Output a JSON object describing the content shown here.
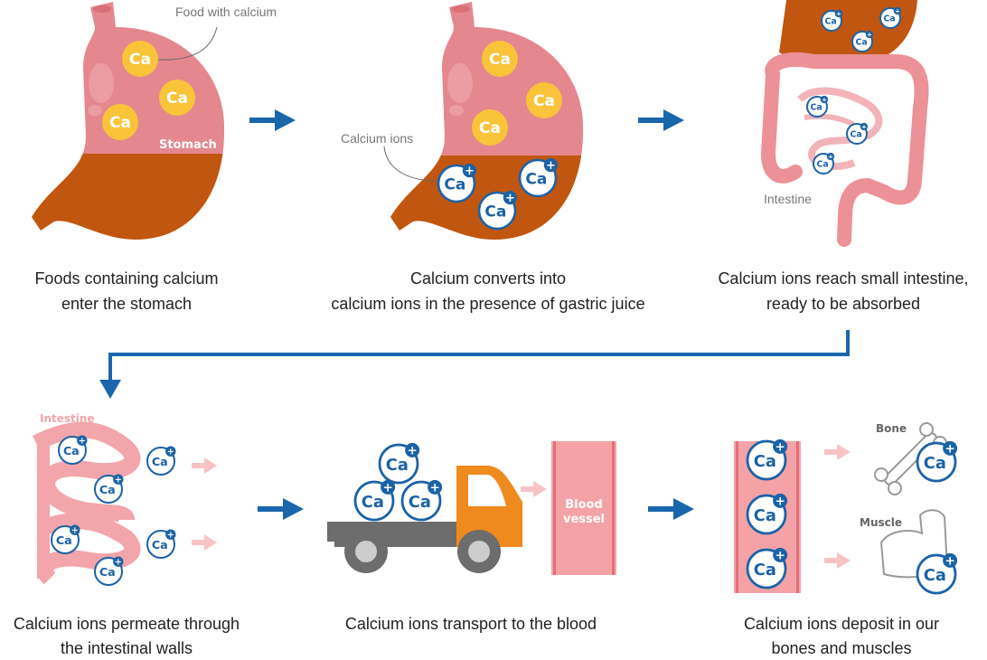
{
  "ion_symbol": "Ca",
  "ion_charge": "+",
  "colors": {
    "stomach_pink": "#e4878f",
    "gastric_brown": "#c0560f",
    "food_yellow": "#f9c33a",
    "ion_blue": "#1c62a6",
    "arrow_blue": "#1a66ad",
    "intestine_pink": "#f2a5aa",
    "truck_orange": "#ef8a1e",
    "truck_gray": "#6d6d6d"
  },
  "step1": {
    "food_label": "Food  with calcium",
    "organ_label": "Stomach",
    "caption_line1": "Foods containing calcium",
    "caption_line2": "enter the stomach"
  },
  "step2": {
    "ions_label": "Calcium ions",
    "caption_line1": "Calcium converts into",
    "caption_line2": "calcium ions in the presence of gastric juice"
  },
  "step3": {
    "organ_label": "Intestine",
    "caption_line1": "Calcium ions reach small intestine,",
    "caption_line2": "ready to be absorbed"
  },
  "step4": {
    "organ_label": "Intestine",
    "caption_line1": "Calcium ions permeate through",
    "caption_line2": "the intestinal walls"
  },
  "step5": {
    "vessel_line1": "Blood",
    "vessel_line2": "vessel",
    "caption_line1": "Calcium ions transport to the blood"
  },
  "step6": {
    "bone_label": "Bone",
    "muscle_label": "Muscle",
    "caption_line1": "Calcium ions deposit in our",
    "caption_line2": "bones and muscles"
  }
}
